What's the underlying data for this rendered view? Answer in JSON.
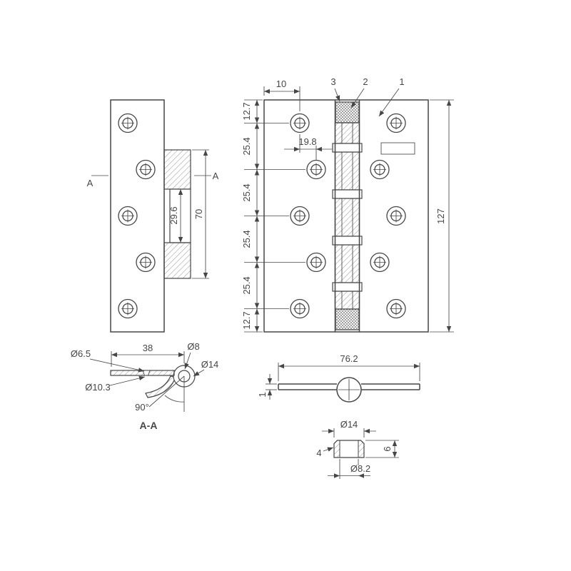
{
  "drawing": {
    "left_view": {
      "section_a_left": "A",
      "section_a_right": "A",
      "dim_knuckle": "29.6",
      "dim_knuckle_total": "70"
    },
    "front_view": {
      "dim_edge_offset": "10",
      "callout_3": "3",
      "callout_2": "2",
      "callout_1": "1",
      "dim_hole_spacing": "19.8",
      "left_dim_chain": [
        "12.7",
        "25.4",
        "25.4",
        "25.4",
        "25.4",
        "12.7"
      ],
      "dim_height": "127"
    },
    "section_view": {
      "dim_hole": "Ø6.5",
      "dim_length": "38",
      "dim_pin": "Ø8",
      "dim_barrel": "Ø14",
      "dim_countersink": "Ø10.3",
      "angle": "90°",
      "label": "A-A"
    },
    "top_view": {
      "dim_width": "76.2",
      "dim_thickness": "1"
    },
    "bushing_view": {
      "dim_outer": "Ø14",
      "callout_4": "4",
      "dim_height": "6",
      "dim_inner": "Ø8.2"
    },
    "colors": {
      "line": "#464646",
      "background": "#ffffff"
    }
  }
}
